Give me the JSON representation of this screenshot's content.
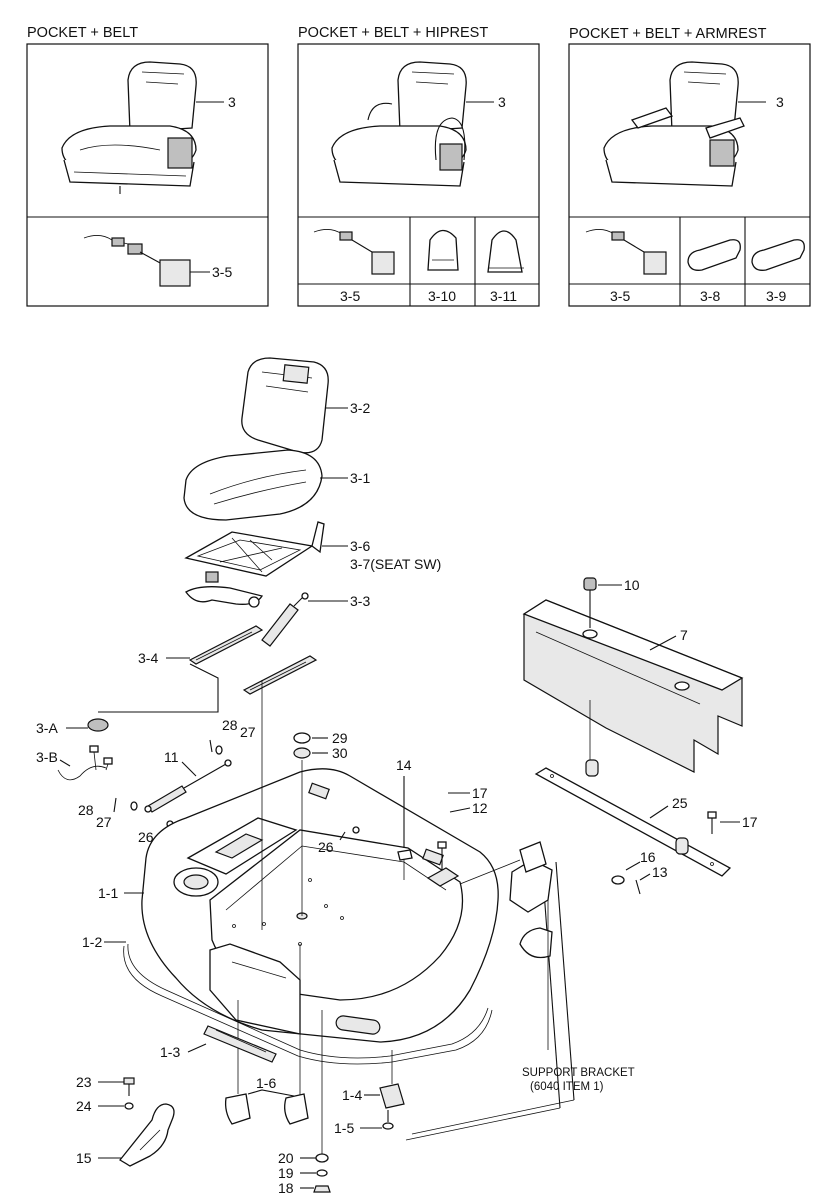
{
  "panels": [
    {
      "title": "POCKET + BELT",
      "seat_label": "3",
      "cells": [
        "3-5"
      ]
    },
    {
      "title": "POCKET + BELT + HIPREST",
      "seat_label": "3",
      "cells": [
        "3-5",
        "3-10",
        "3-11"
      ]
    },
    {
      "title": "POCKET + BELT + ARMREST",
      "seat_label": "3",
      "cells": [
        "3-5",
        "3-8",
        "3-9"
      ]
    }
  ],
  "callouts": {
    "c3_2": "3-2",
    "c3_1": "3-1",
    "c3_6": "3-6",
    "c3_7": "3-7(SEAT SW)",
    "c3_3": "3-3",
    "c3_4": "3-4",
    "c3_A": "3-A",
    "c3_B": "3-B",
    "c28a": "28",
    "c27a": "27",
    "c11": "11",
    "c28b": "28",
    "c27b": "27",
    "c26a": "26",
    "c29": "29",
    "c30": "30",
    "c26b": "26",
    "c14": "14",
    "c17a": "17",
    "c12": "12",
    "c10": "10",
    "c7": "7",
    "c25": "25",
    "c17b": "17",
    "c16": "16",
    "c13": "13",
    "c1_1": "1-1",
    "c1_2": "1-2",
    "c1_3": "1-3",
    "c1_6": "1-6",
    "c1_4": "1-4",
    "c1_5": "1-5",
    "c23": "23",
    "c24": "24",
    "c15": "15",
    "c20": "20",
    "c19": "19",
    "c18": "18"
  },
  "support_note": [
    "SUPPORT BRACKET",
    "(6040 ITEM 1)"
  ]
}
